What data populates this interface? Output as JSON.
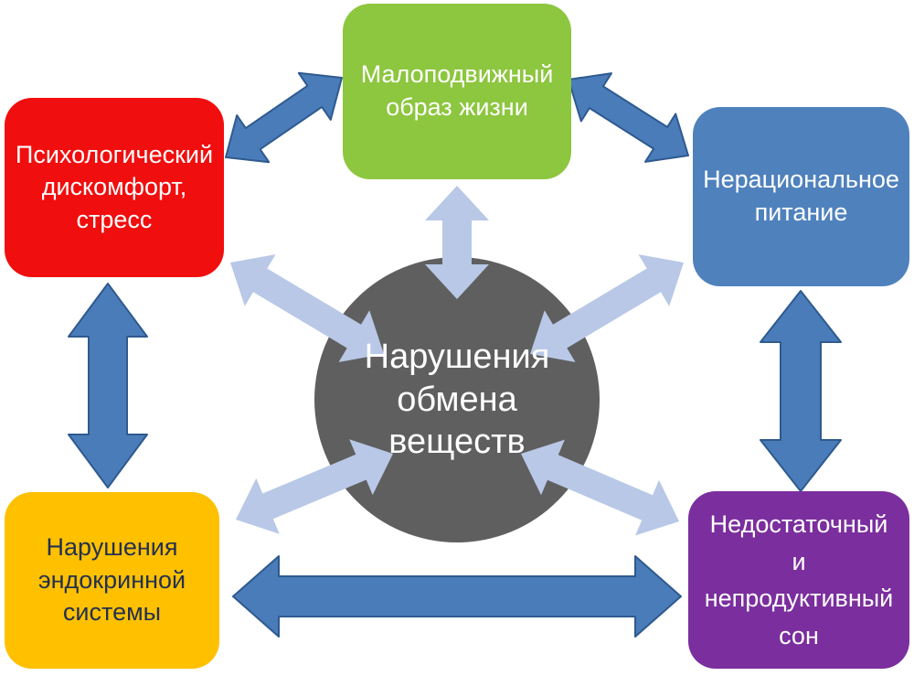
{
  "page": {
    "background": "#ffffff"
  },
  "center": {
    "label": "Нарушения\nобмена\nвеществ",
    "bg": "#5F5F5F",
    "text_color": "#FFFFFF"
  },
  "nodes": {
    "psych": {
      "label": "Психологический\nдискомфорт,\nстресс",
      "bg": "#F10E0E",
      "text_color": "#FFFFFF"
    },
    "sedentary": {
      "label": "Малоподвижный\nобраз жизни",
      "bg": "#8DC63F",
      "text_color": "#FFFFFF"
    },
    "nutrition": {
      "label": "Нерациональное\nпитание",
      "bg": "#4F81BD",
      "text_color": "#FFFFFF"
    },
    "endocrine": {
      "label": "Нарушения\nэндокринной\nсистемы",
      "bg": "#FFC000",
      "text_color": "#233150"
    },
    "sleep": {
      "label": "Недостаточный\nи\nнепродуктивный\nсон",
      "bg": "#7B2E9D",
      "text_color": "#FFFFFF"
    }
  },
  "colors": {
    "dark_arrow_fill": "#4A7CB9",
    "dark_arrow_border": "#2E5A8F",
    "light_arrow_fill": "#B8C8E6"
  },
  "connections": [
    {
      "from": "psych",
      "to": "sedentary",
      "style": "dark-double-arrow"
    },
    {
      "from": "sedentary",
      "to": "nutrition",
      "style": "dark-double-arrow"
    },
    {
      "from": "psych",
      "to": "endocrine",
      "style": "dark-double-arrow"
    },
    {
      "from": "nutrition",
      "to": "sleep",
      "style": "dark-double-arrow"
    },
    {
      "from": "endocrine",
      "to": "sleep",
      "style": "dark-double-arrow"
    },
    {
      "from": "center",
      "to": "psych",
      "style": "light-double-arrow"
    },
    {
      "from": "center",
      "to": "sedentary",
      "style": "light-double-arrow"
    },
    {
      "from": "center",
      "to": "nutrition",
      "style": "light-double-arrow"
    },
    {
      "from": "center",
      "to": "endocrine",
      "style": "light-double-arrow"
    },
    {
      "from": "center",
      "to": "sleep",
      "style": "light-double-arrow"
    }
  ]
}
